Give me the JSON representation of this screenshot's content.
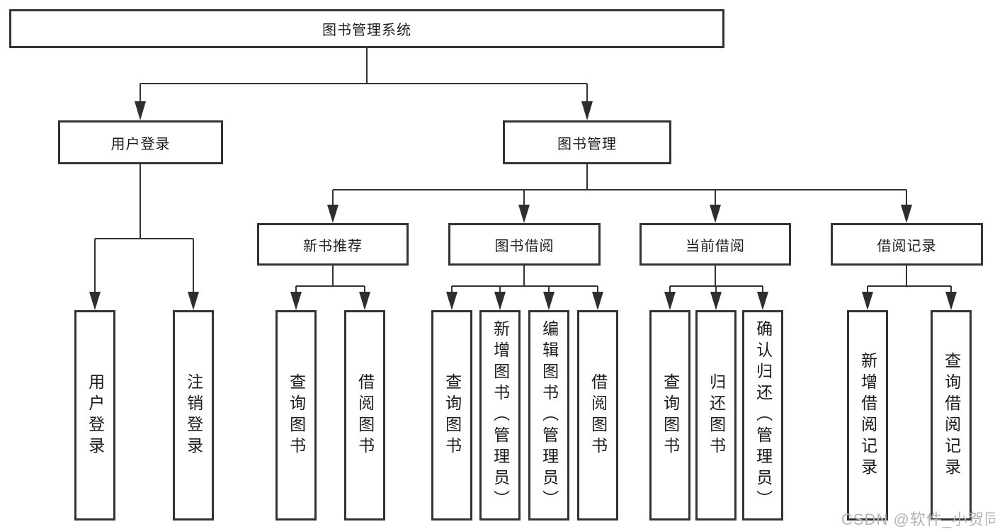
{
  "diagram": {
    "type": "hierarchy-tree",
    "tree": {
      "root": {
        "label": "图书管理系统",
        "children": [
          {
            "label": "用户登录",
            "children": [
              {
                "label": "用户登录"
              },
              {
                "label": "注销登录"
              }
            ]
          },
          {
            "label": "图书管理",
            "children": [
              {
                "label": "新书推荐",
                "children": [
                  {
                    "label": "查询图书"
                  },
                  {
                    "label": "借阅图书"
                  }
                ]
              },
              {
                "label": "图书借阅",
                "children": [
                  {
                    "label": "查询图书"
                  },
                  {
                    "label": "新增图书（管理员）"
                  },
                  {
                    "label": "编辑图书（管理员）"
                  },
                  {
                    "label": "借阅图书"
                  }
                ]
              },
              {
                "label": "当前借阅",
                "children": [
                  {
                    "label": "查询图书"
                  },
                  {
                    "label": "归还图书"
                  },
                  {
                    "label": "确认归还（管理员）"
                  }
                ]
              },
              {
                "label": "借阅记录",
                "children": [
                  {
                    "label": "新增借阅记录"
                  },
                  {
                    "label": "查询借阅记录"
                  }
                ]
              }
            ]
          }
        ]
      }
    },
    "colors": {
      "line": "#333333",
      "box_border": "#333333",
      "text": "#1c1c1c",
      "background": "#ffffff",
      "watermark": "#b4b4b4"
    }
  },
  "watermark": {
    "text": "CSDN @软件_小贺同学"
  }
}
